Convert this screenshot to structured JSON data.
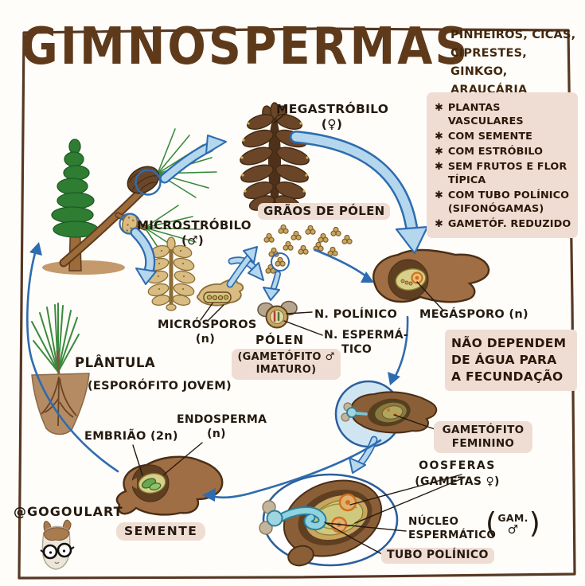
{
  "page": {
    "title": "GIMNOSPERMAS"
  },
  "examples": {
    "line1": "PINHEIROS, CICAS,",
    "line2": "CIPRESTES, GINKGO,",
    "line3": "ARAUCÁRIA"
  },
  "features": {
    "bullet": "✱",
    "items": [
      "PLANTAS VASCULARES",
      "COM SEMENTE",
      "COM ESTRÓBILO",
      "SEM FRUTOS E FLOR TÍPICA",
      "COM TUBO POLÍNICO (SIFONÓGAMAS)",
      "GAMETÓF. REDUZIDO"
    ]
  },
  "cycle": {
    "megastrobilo": "MEGASTRÓBILO",
    "megastrobilo_sex": "(♀)",
    "microstrobilo": "MICROSTRÓBILO",
    "microstrobilo_sex": "(♂)",
    "microsporos": "MICRÓSPOROS",
    "microsporos_ploidy": "(n)",
    "graos_polen": "GRÃOS DE PÓLEN",
    "n_polinico": "N. POLÍNICO",
    "n_espermatico_l1": "N. ESPERMÁ-",
    "n_espermatico_l2": "TICO",
    "polen": "PÓLEN",
    "gametofito_imaturo_l1": "(GAMETÓFITO ♂",
    "gametofito_imaturo_l2": "IMATURO)",
    "megasporo": "MEGÁSPORO (n)",
    "gametofito_feminino_l1": "GAMETÓFITO",
    "gametofito_feminino_l2": "FEMININO",
    "oosferas_l1": "OOSFERAS",
    "oosferas_l2": "(GAMETAS ♀)",
    "nucleo_l1": "NÚCLEO",
    "nucleo_l2": "ESPERMÁTICO",
    "nucleo_paren_open": "(",
    "nucleo_gam": "GAM.",
    "nucleo_sex": "♂",
    "nucleo_paren_close": ")",
    "tubo_polinico": "TUBO POLÍNICO",
    "plantula": "PLÂNTULA",
    "plantula_sub": "(ESPORÓFITO JOVEM)",
    "embriao": "EMBRIÃO (2n)",
    "endosperma": "ENDOSPERMA",
    "endosperma_ploidy": "(n)",
    "semente": "SEMENTE"
  },
  "note": {
    "l1": "NÃO DEPENDEM",
    "l2": "DE ÁGUA PARA",
    "l3": "A FECUNDAÇÃO"
  },
  "signature": "@GOGOULART",
  "colors": {
    "accent_blue": "#2e6cb0",
    "arrow_fill": "#b5d7ee",
    "highlight": "#efddd3",
    "title_brown": "#5e3a1b",
    "ink": "#241a10"
  }
}
